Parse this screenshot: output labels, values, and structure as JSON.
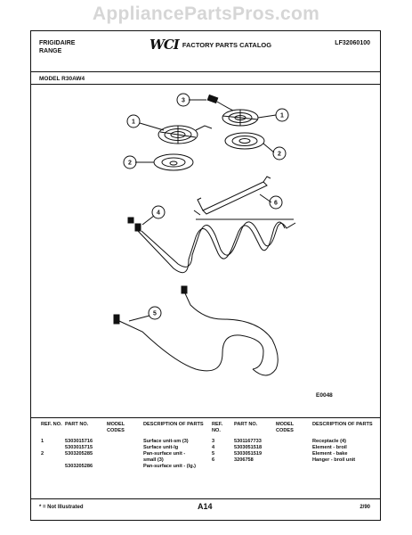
{
  "watermark": "AppliancePartsPros.com",
  "header": {
    "brand_line1": "FRIGIDAIRE",
    "brand_line2": "RANGE",
    "logo": "WCI",
    "catalog_title": "FACTORY PARTS CATALOG",
    "catalog_number": "LF32060100"
  },
  "model_label": "MODEL R30AW4",
  "diagram": {
    "callouts": [
      "1",
      "1",
      "2",
      "2",
      "3",
      "4",
      "5",
      "6"
    ],
    "drawing_code": "E0048"
  },
  "parts_table": {
    "headers": {
      "ref_no": "REF. NO.",
      "part_no": "PART NO.",
      "model_codes": "MODEL CODES",
      "description": "DESCRIPTION OF PARTS"
    },
    "left_rows": [
      {
        "ref": "1",
        "part": "5303015716",
        "codes": "",
        "desc": "Surface unit-sm (3)"
      },
      {
        "ref": "",
        "part": "5303015715",
        "codes": "",
        "desc": "Surface unit-lg"
      },
      {
        "ref": "2",
        "part": "5303205285",
        "codes": "",
        "desc": "Pan-surface unit -"
      },
      {
        "ref": "",
        "part": "",
        "codes": "",
        "desc": "small (3)"
      },
      {
        "ref": "",
        "part": "5303205286",
        "codes": "",
        "desc": "Pan-surface unit - (lg.)"
      }
    ],
    "right_rows": [
      {
        "ref": "3",
        "part": "5301167733",
        "codes": "",
        "desc": "Receptacle (4)"
      },
      {
        "ref": "4",
        "part": "5303051518",
        "codes": "",
        "desc": "Element - broil"
      },
      {
        "ref": "5",
        "part": "5303051519",
        "codes": "",
        "desc": "Element - bake"
      },
      {
        "ref": "6",
        "part": "3206758",
        "codes": "",
        "desc": "Hanger - broil unit"
      }
    ]
  },
  "footer": {
    "not_illustrated": "* = Not Illustrated",
    "page_code": "A14",
    "date": "2/90"
  }
}
